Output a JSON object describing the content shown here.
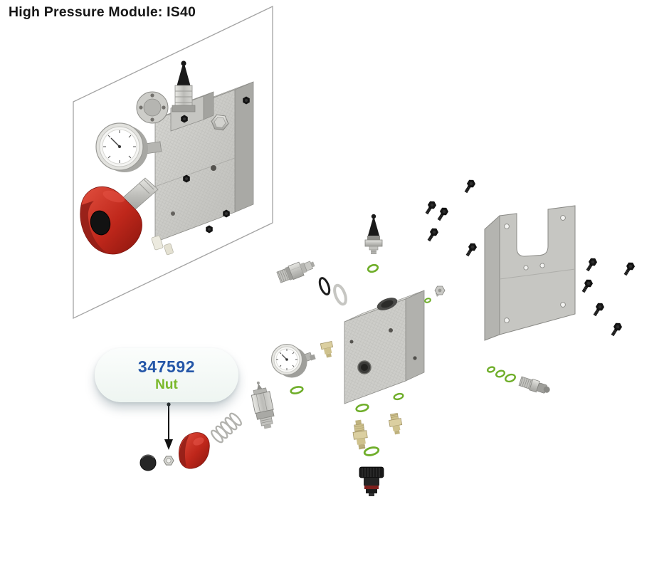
{
  "title": "High Pressure Module: IS40",
  "callout": {
    "part_number": "347592",
    "part_name": "Nut"
  },
  "colors": {
    "title_text": "#161616",
    "part_number_blue": "#2456a8",
    "part_name_green": "#79b829",
    "oring_green": "#6fae2a",
    "handle_red": "#c1272d",
    "metal_gray": "#c6c6c2",
    "bolt_black": "#161616",
    "callout_background": "#f3f9f6",
    "frame_stroke": "#a3a3a3"
  }
}
